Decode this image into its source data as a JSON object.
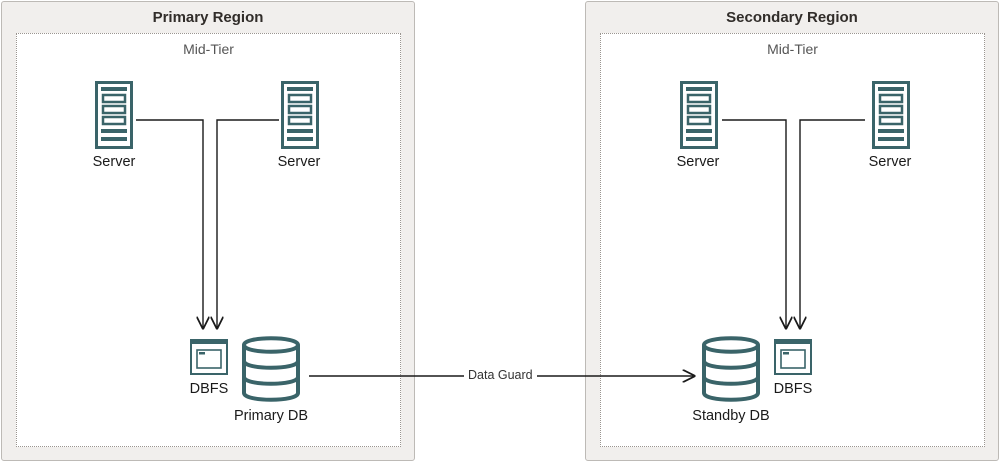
{
  "regions": {
    "primary": {
      "title": "Primary Region",
      "tier_label": "Mid-Tier"
    },
    "secondary": {
      "title": "Secondary Region",
      "tier_label": "Mid-Tier"
    }
  },
  "nodes": {
    "primary_server_1": "Server",
    "primary_server_2": "Server",
    "primary_dbfs": "DBFS",
    "primary_db": "Primary DB",
    "secondary_server_1": "Server",
    "secondary_server_2": "Server",
    "secondary_dbfs": "DBFS",
    "standby_db": "Standby DB"
  },
  "connection": {
    "label": "Data Guard"
  },
  "colors": {
    "icon": "#3a6469",
    "line": "#1a1a1a",
    "panel": "#f1efed"
  },
  "icons": {
    "server": "server-icon",
    "database": "database-icon",
    "dbfs": "dbfs-icon"
  }
}
